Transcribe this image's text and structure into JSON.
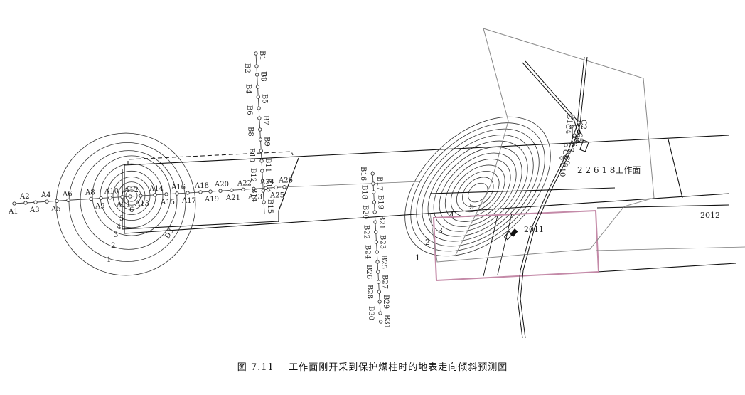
{
  "caption": {
    "figure_no": "图 7.11",
    "title": "工作面刚开采到保护煤柱时的地表走向倾斜预测图"
  },
  "labels": {
    "face_2261_8": "2 2 6 1 8工作面",
    "face_2011": "2011",
    "face_2012": "2012",
    "d1": "D1",
    "d3": "D3"
  },
  "points_a": [
    "A1",
    "A2",
    "A3",
    "A4",
    "A5",
    "A6",
    "A8",
    "A9",
    "A10",
    "A11",
    "A12",
    "A13",
    "A14",
    "A15",
    "A16",
    "A17",
    "A18",
    "A19",
    "A20",
    "A21",
    "A22",
    "A23",
    "A24",
    "A25",
    "A26"
  ],
  "points_b": [
    "B1",
    "B2",
    "B3",
    "B4",
    "B5",
    "B6",
    "B7",
    "B8",
    "B9",
    "B10",
    "B11",
    "B12",
    "B13",
    "B14",
    "B15",
    "B16",
    "B17",
    "B18",
    "B19",
    "B20",
    "B21",
    "B22",
    "B23",
    "B24",
    "B25",
    "B26",
    "B27",
    "B28",
    "B29",
    "B30",
    "B31"
  ],
  "points_c": [
    "C1",
    "C2",
    "C4",
    "C5",
    "C6",
    "C7",
    "C8",
    "C9",
    "C10"
  ],
  "contours_left": [
    "1",
    "2",
    "3",
    "4",
    "5",
    "6"
  ],
  "contours_right": [
    "1",
    "2",
    "3",
    "4",
    "5"
  ]
}
